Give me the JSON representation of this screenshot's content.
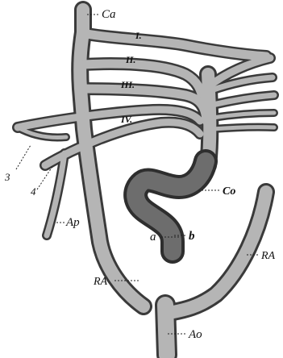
{
  "labels": {
    "ca": "Ca",
    "arch1": "I.",
    "arch2": "II.",
    "arch3": "III.",
    "arch4": "IV.",
    "n3": "3",
    "n4": "4",
    "co": "Co",
    "ap": "Ap",
    "a": "a",
    "b": "b",
    "ra_right": "RA",
    "ra_left": "RA",
    "ao": "Ao"
  },
  "colors": {
    "vessel_edge": "#3a3a3a",
    "vessel_fill": "#b5b5b5",
    "heart_fill": "#6d6d6d",
    "ink": "#111111"
  }
}
